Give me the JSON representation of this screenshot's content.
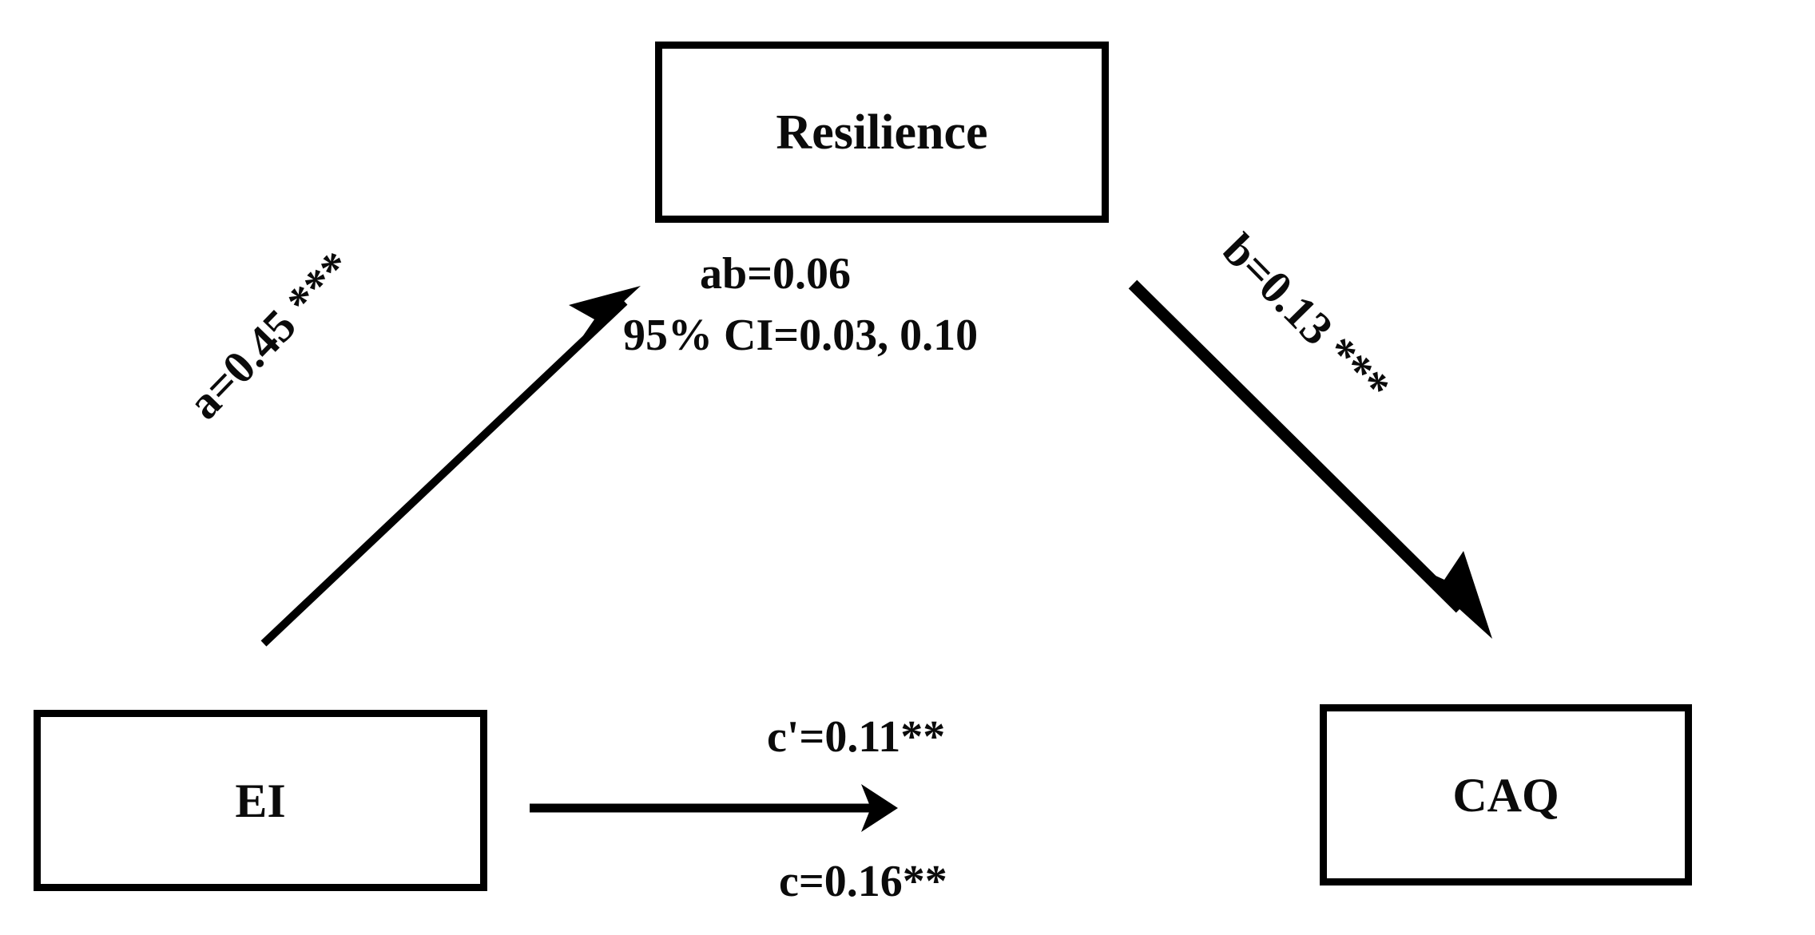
{
  "figure": {
    "kind": "mediation-model-path-diagram",
    "background_color": "#ffffff",
    "stroke_color": "#000000"
  },
  "nodes": {
    "mediator": {
      "id": "resilience",
      "label": "Resilience"
    },
    "predictor": {
      "id": "ei",
      "label": "EI"
    },
    "outcome": {
      "id": "caq",
      "label": "CAQ"
    }
  },
  "paths": {
    "a": {
      "label": "a=0.45 ***",
      "coefficient": 0.45,
      "significance": "***",
      "from": "EI",
      "to": "Resilience"
    },
    "b": {
      "label": "b=0.13 ***",
      "coefficient": 0.13,
      "significance": "***",
      "from": "Resilience",
      "to": "CAQ"
    },
    "c_direct": {
      "label": "c'=0.11**",
      "coefficient": 0.11,
      "significance": "**",
      "from": "EI",
      "to": "CAQ"
    },
    "c_total": {
      "label": "c=0.16**",
      "coefficient": 0.16,
      "significance": "**",
      "from": "EI",
      "to": "CAQ"
    }
  },
  "indirect_effect": {
    "point_estimate_label": "ab=0.06",
    "point_estimate": 0.06,
    "confidence_interval_label": "95% CI=0.03, 0.10",
    "confidence_level": "95%",
    "ci_lower": 0.03,
    "ci_upper": 0.1
  },
  "chart_data": {
    "type": "diagram",
    "title": "",
    "nodes": [
      "EI",
      "Resilience",
      "CAQ"
    ],
    "edges": [
      {
        "source": "EI",
        "target": "Resilience",
        "label": "a=0.45 ***",
        "value": 0.45
      },
      {
        "source": "Resilience",
        "target": "CAQ",
        "label": "b=0.13 ***",
        "value": 0.13
      },
      {
        "source": "EI",
        "target": "CAQ",
        "label": "c'=0.11**",
        "value": 0.11
      },
      {
        "source": "EI",
        "target": "CAQ",
        "label": "c=0.16**",
        "value": 0.16
      }
    ],
    "annotations": [
      "ab=0.06",
      "95% CI=0.03, 0.10"
    ]
  }
}
